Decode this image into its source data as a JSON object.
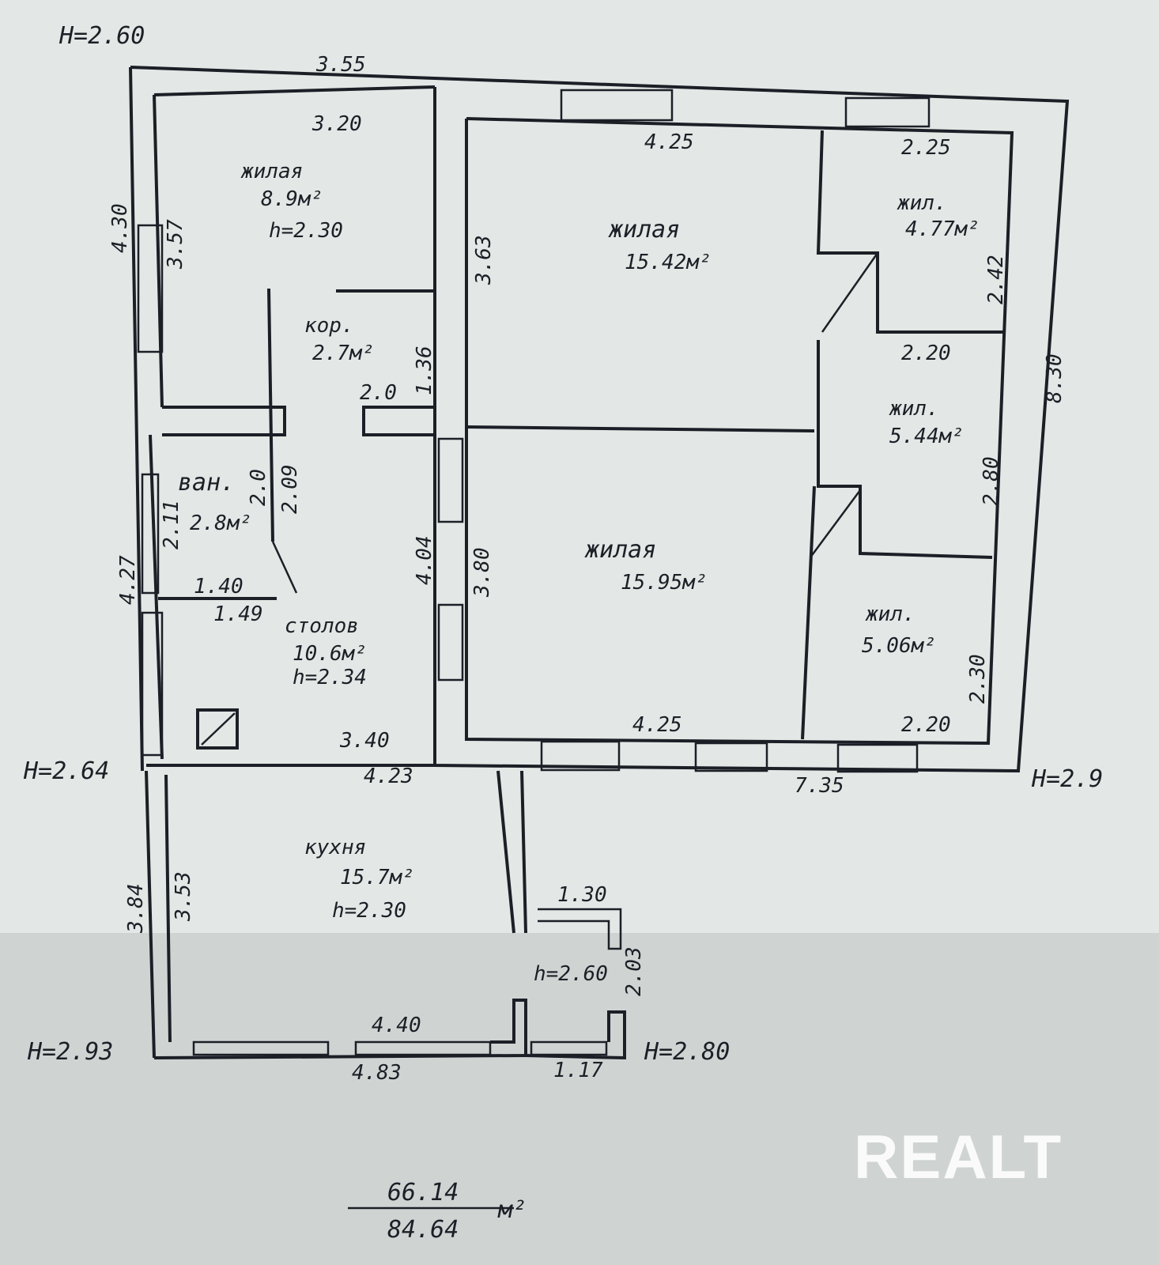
{
  "logo": "REALT",
  "heights": {
    "top_left": "H=2.60",
    "mid_left": "H=2.64",
    "right": "H=2.9",
    "bottom_left": "H=2.93",
    "bottom_right": "H=2.80",
    "porch": "h=2.60"
  },
  "rooms": [
    {
      "name": "жилая",
      "area": "8.9м²",
      "height": "h=2.30"
    },
    {
      "name": "кор.",
      "area": "2.7м²"
    },
    {
      "name": "ван.",
      "area": "2.8м²"
    },
    {
      "name": "столов",
      "area": "10.6м²",
      "height": "h=2.34"
    },
    {
      "name": "жилая",
      "area": "15.42м²"
    },
    {
      "name": "жил.",
      "area": "4.77м²"
    },
    {
      "name": "жил.",
      "area": "5.44м²"
    },
    {
      "name": "жилая",
      "area": "15.95м²"
    },
    {
      "name": "жил.",
      "area": "5.06м²"
    },
    {
      "name": "кухня",
      "area": "15.7м²",
      "height": "h=2.30"
    }
  ],
  "dimensions": [
    "3.55",
    "3.20",
    "4.30",
    "3.57",
    "4.25",
    "2.25",
    "2.42",
    "8.30",
    "3.63",
    "1.36",
    "2.0",
    "2.20",
    "2.80",
    "2.09",
    "2.11",
    "2.0",
    "4.27",
    "1.40",
    "1.49",
    "4.04",
    "3.80",
    "2.30",
    "4.25",
    "2.20",
    "3.40",
    "4.23",
    "7.35",
    "3.84",
    "3.53",
    "1.30",
    "2.03",
    "4.40",
    "4.83",
    "1.17"
  ],
  "totals": {
    "living": "66.14",
    "total": "84.64",
    "unit": "м²"
  }
}
